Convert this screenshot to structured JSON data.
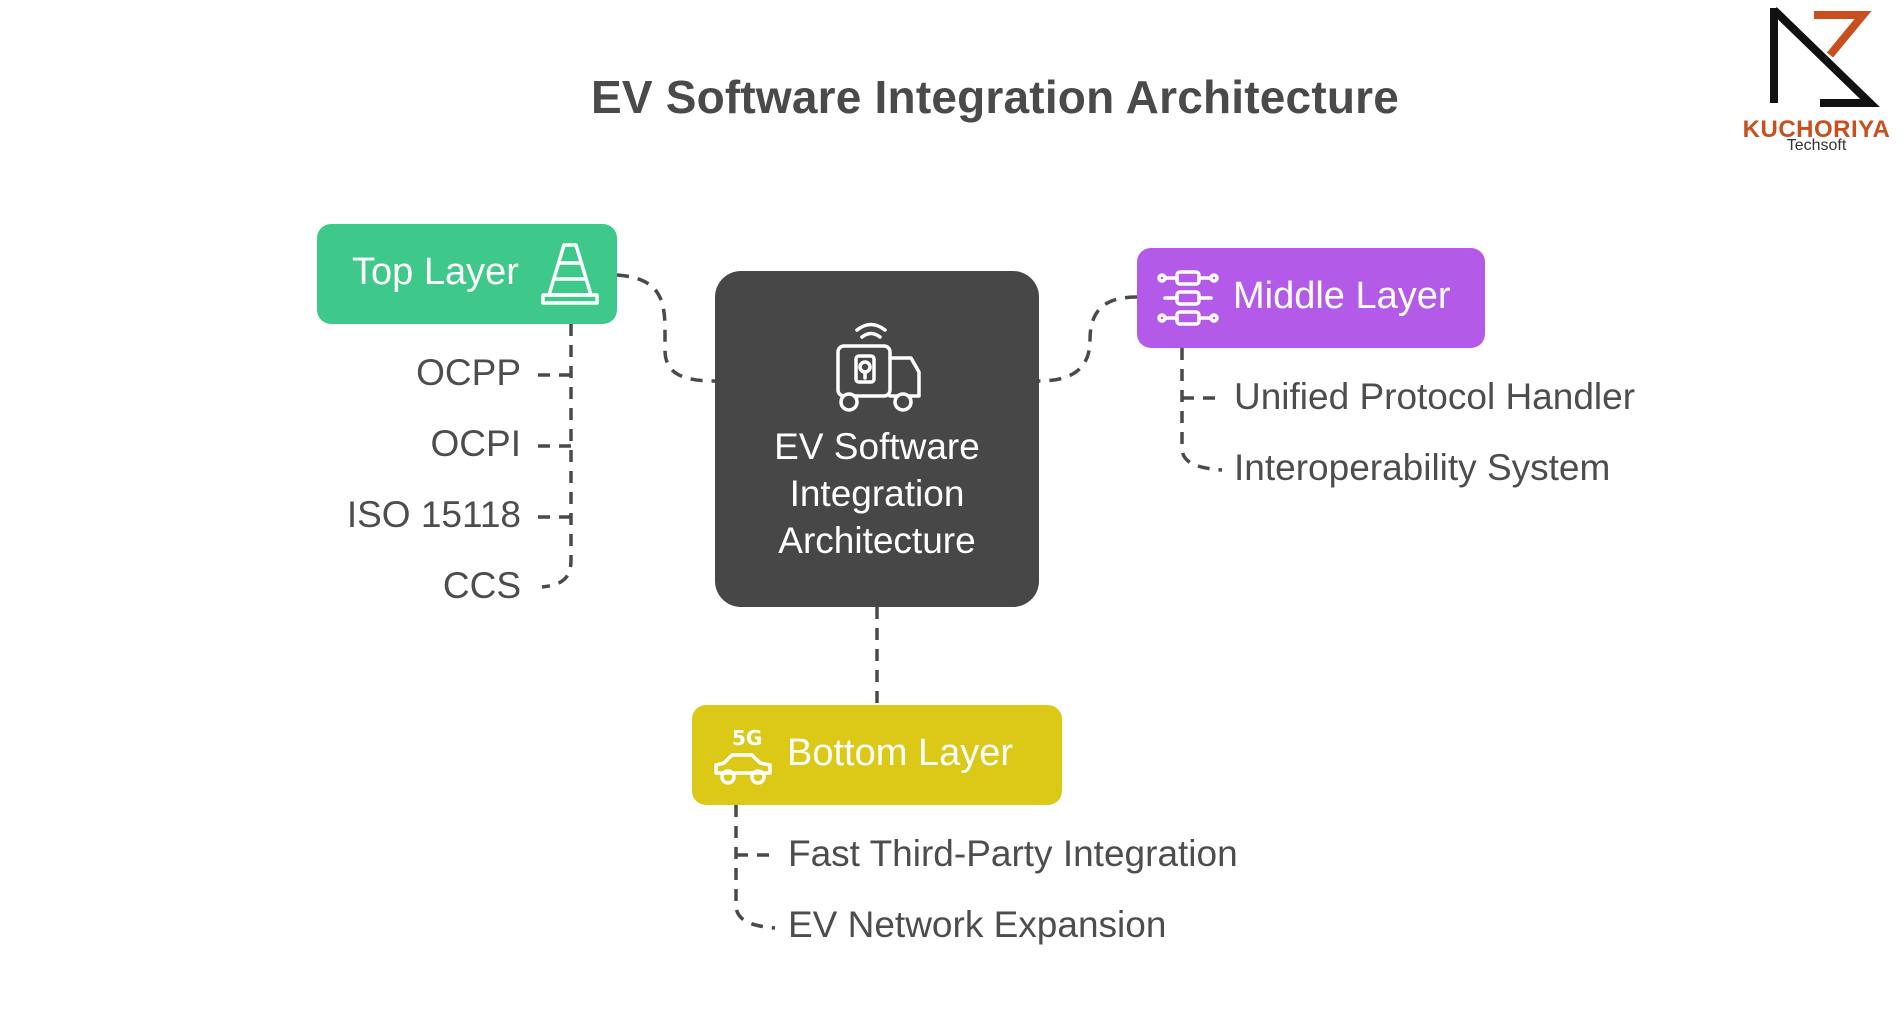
{
  "title": "EV Software Integration Architecture",
  "logo": {
    "name": "KUCHORIYA",
    "subtitle": "Techsoft"
  },
  "center": {
    "label": "EV Software Integration Architecture",
    "icon": "connected-vehicle-lock-icon"
  },
  "layers": {
    "top": {
      "label": "Top Layer",
      "icon": "traffic-cone-icon",
      "color": "#3ec98a",
      "items": [
        "OCPP",
        "OCPI",
        "ISO 15118",
        "CCS"
      ]
    },
    "middle": {
      "label": "Middle Layer",
      "icon": "network-server-icon",
      "color": "#b45ae8",
      "items": [
        "Unified Protocol Handler",
        "Interoperability System"
      ]
    },
    "bottom": {
      "label": "Bottom Layer",
      "icon": "5g-car-icon",
      "color": "#dcc816",
      "items": [
        "Fast Third-Party Integration",
        "EV Network Expansion"
      ]
    }
  },
  "colors": {
    "center_box": "#474747",
    "text": "#4d4d4d",
    "connector": "#4a4a4a",
    "logo_accent": "#c8501e"
  }
}
